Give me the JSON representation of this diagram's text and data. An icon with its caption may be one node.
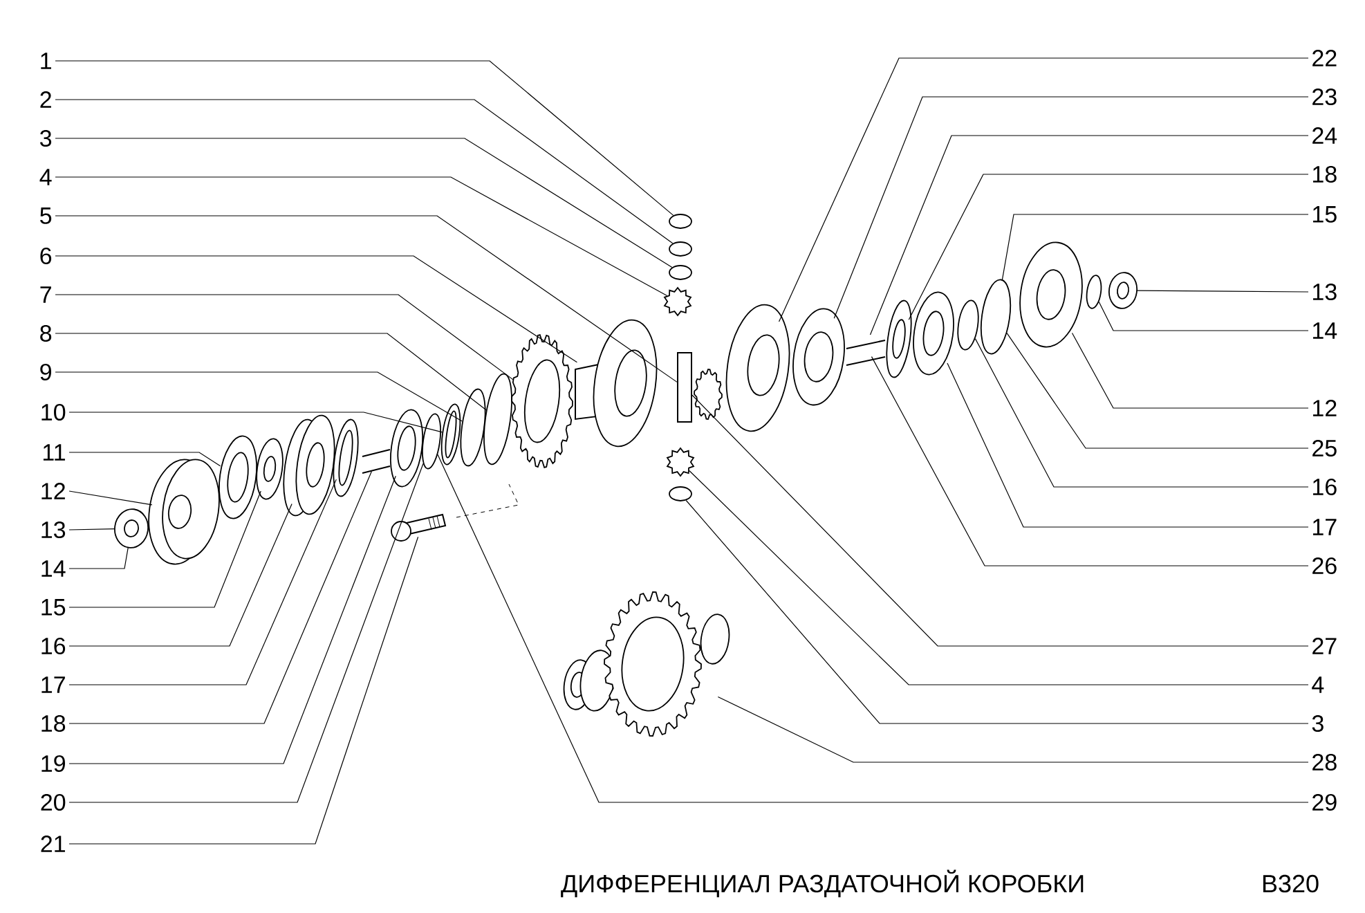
{
  "diagram": {
    "title": "ДИФФЕРЕНЦИАЛ РАЗДАТОЧНОЙ КОРОБКИ",
    "nodes": [
      {
        "text": [
          "1"
        ]
      },
      {
        "text": [
          "2"
        ]
      },
      {
        "text": [
          "3"
        ]
      },
      {
        "text": [
          "4"
        ]
      },
      {
        "text": [
          "5"
        ]
      },
      {
        "text": [
          "6"
        ]
      },
      {
        "text": [
          "7"
        ]
      },
      {
        "text": [
          "8"
        ]
      },
      {
        "text": [
          "9"
        ]
      },
      {
        "text": [
          "10"
        ]
      },
      {
        "text": [
          "11"
        ]
      },
      {
        "text": [
          "12"
        ]
      },
      {
        "text": [
          "13"
        ]
      },
      {
        "text": [
          "14"
        ]
      },
      {
        "text": [
          "15"
        ]
      },
      {
        "text": [
          "16"
        ]
      },
      {
        "text": [
          "17"
        ]
      },
      {
        "text": [
          "18"
        ]
      },
      {
        "text": [
          "19"
        ]
      },
      {
        "text": [
          "20"
        ]
      },
      {
        "text": [
          "21"
        ]
      },
      {
        "text": [
          "22"
        ]
      },
      {
        "text": [
          "23"
        ]
      },
      {
        "text": [
          "24"
        ]
      },
      {
        "text": [
          "18"
        ]
      },
      {
        "text": [
          "15"
        ]
      },
      {
        "text": [
          "13"
        ]
      },
      {
        "text": [
          "14"
        ]
      },
      {
        "text": [
          "12"
        ]
      },
      {
        "text": [
          "25"
        ]
      },
      {
        "text": [
          "16"
        ]
      },
      {
        "text": [
          "17"
        ]
      },
      {
        "text": [
          "26"
        ]
      },
      {
        "text": [
          "27"
        ]
      },
      {
        "text": [
          "4"
        ]
      },
      {
        "text": [
          "3"
        ]
      },
      {
        "text": [
          "28"
        ]
      },
      {
        "text": [
          "29"
        ]
      },
      {
        "text": [],
        "shape": "circle"
      },
      {
        "text": [],
        "shape": "circle"
      },
      {
        "text": [],
        "shape": "circle"
      },
      {
        "text": [],
        "shape": "gear"
      },
      {
        "text": [],
        "shape": "gear"
      },
      {
        "text": [],
        "shape": "circle"
      },
      {
        "text": [],
        "shape": "picture"
      },
      {
        "text": [],
        "shape": "picture"
      },
      {
        "text": [],
        "shape": "picture"
      },
      {
        "text": [],
        "shape": "picture"
      },
      {
        "text": [],
        "shape": "picture"
      },
      {
        "text": [],
        "shape": "picture"
      },
      {
        "text": [],
        "shape": "picture"
      },
      {
        "text": [],
        "shape": "picture"
      },
      {
        "text": [],
        "shape": "circle"
      },
      {
        "text": [],
        "shape": "picture"
      },
      {
        "text": [],
        "shape": "circle"
      },
      {
        "text": [],
        "shape": "circle"
      },
      {
        "text": [],
        "shape": "picture"
      },
      {
        "text": [],
        "shape": "picture"
      },
      {
        "text": [],
        "shape": "box"
      },
      {
        "text": [],
        "shape": "picture"
      },
      {
        "text": [],
        "shape": "picture"
      },
      {
        "text": [],
        "shape": "picture"
      },
      {
        "text": [],
        "shape": "picture"
      },
      {
        "text": [],
        "shape": "picture"
      },
      {
        "text": [],
        "shape": "picture"
      },
      {
        "text": [],
        "shape": "picture"
      },
      {
        "text": [],
        "shape": "circle"
      },
      {
        "text": [],
        "shape": "circle"
      },
      {
        "text": [],
        "shape": "picture"
      },
      {
        "text": [],
        "shape": "circle"
      },
      {
        "text": [],
        "shape": "picture"
      }
    ],
    "edges": [
      {
        "from": 0,
        "to": 38,
        "arrow": "none"
      },
      {
        "from": 1,
        "to": 39,
        "arrow": "none"
      },
      {
        "from": 2,
        "to": 40,
        "arrow": "none"
      },
      {
        "from": 3,
        "to": 41,
        "arrow": "none"
      },
      {
        "from": 4,
        "to": 58,
        "arrow": "none"
      },
      {
        "from": 5,
        "to": 57,
        "arrow": "none"
      },
      {
        "from": 6,
        "to": 56,
        "arrow": "none"
      },
      {
        "from": 7,
        "to": 55,
        "arrow": "none"
      },
      {
        "from": 8,
        "to": 54,
        "arrow": "none"
      },
      {
        "from": 9,
        "to": 53,
        "arrow": "none"
      },
      {
        "from": 10,
        "to": 46,
        "arrow": "none"
      },
      {
        "from": 11,
        "to": 45,
        "arrow": "none"
      },
      {
        "from": 12,
        "to": 44,
        "arrow": "none"
      },
      {
        "from": 13,
        "to": 44,
        "arrow": "none"
      },
      {
        "from": 14,
        "to": 47,
        "arrow": "none"
      },
      {
        "from": 15,
        "to": 48,
        "arrow": "none"
      },
      {
        "from": 16,
        "to": 49,
        "arrow": "none"
      },
      {
        "from": 17,
        "to": 50,
        "arrow": "none"
      },
      {
        "from": 18,
        "to": 51,
        "arrow": "none"
      },
      {
        "from": 19,
        "to": 52,
        "arrow": "none"
      },
      {
        "from": 20,
        "to": 59,
        "arrow": "none"
      },
      {
        "from": 21,
        "to": 61,
        "arrow": "none"
      },
      {
        "from": 22,
        "to": 62,
        "arrow": "none"
      },
      {
        "from": 23,
        "to": 63,
        "arrow": "none"
      },
      {
        "from": 24,
        "to": 64,
        "arrow": "none"
      },
      {
        "from": 25,
        "to": 67,
        "arrow": "none"
      },
      {
        "from": 26,
        "to": 70,
        "arrow": "none"
      },
      {
        "from": 27,
        "to": 69,
        "arrow": "none"
      },
      {
        "from": 28,
        "to": 68,
        "arrow": "none"
      },
      {
        "from": 29,
        "to": 67,
        "arrow": "none"
      },
      {
        "from": 30,
        "to": 66,
        "arrow": "none"
      },
      {
        "from": 31,
        "to": 65,
        "arrow": "none"
      },
      {
        "from": 32,
        "to": 63,
        "arrow": "none"
      },
      {
        "from": 33,
        "to": 58,
        "arrow": "none"
      },
      {
        "from": 34,
        "to": 42,
        "arrow": "none"
      },
      {
        "from": 35,
        "to": 43,
        "arrow": "none"
      },
      {
        "from": 36,
        "to": 60,
        "arrow": "none"
      },
      {
        "from": 37,
        "to": 52,
        "arrow": "none"
      }
    ],
    "labels": [
      "B320"
    ]
  }
}
